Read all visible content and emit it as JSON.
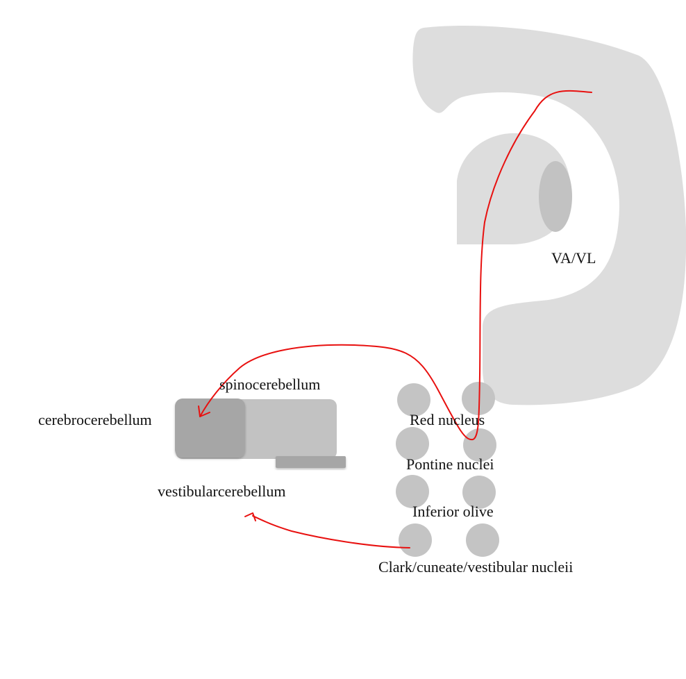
{
  "labels": {
    "va_vl": "VA/VL",
    "spinocerebellum": "spinocerebellum",
    "cerebrocerebellum": "cerebrocerebellum",
    "vestibularcerebellum": "vestibularcerebellum",
    "red_nucleus": "Red nucleus",
    "pontine_nuclei": "Pontine nuclei",
    "inferior_olive": "Inferior olive",
    "clark_nuclei": "Clark/cuneate/vestibular nucleii"
  },
  "colors": {
    "structure_light": "#dddddd",
    "structure_mid": "#c2c2c2",
    "structure_dark": "#a6a6a6",
    "nucleus": "#c4c4c4",
    "pathway": "#e8100f",
    "text": "#111111"
  }
}
